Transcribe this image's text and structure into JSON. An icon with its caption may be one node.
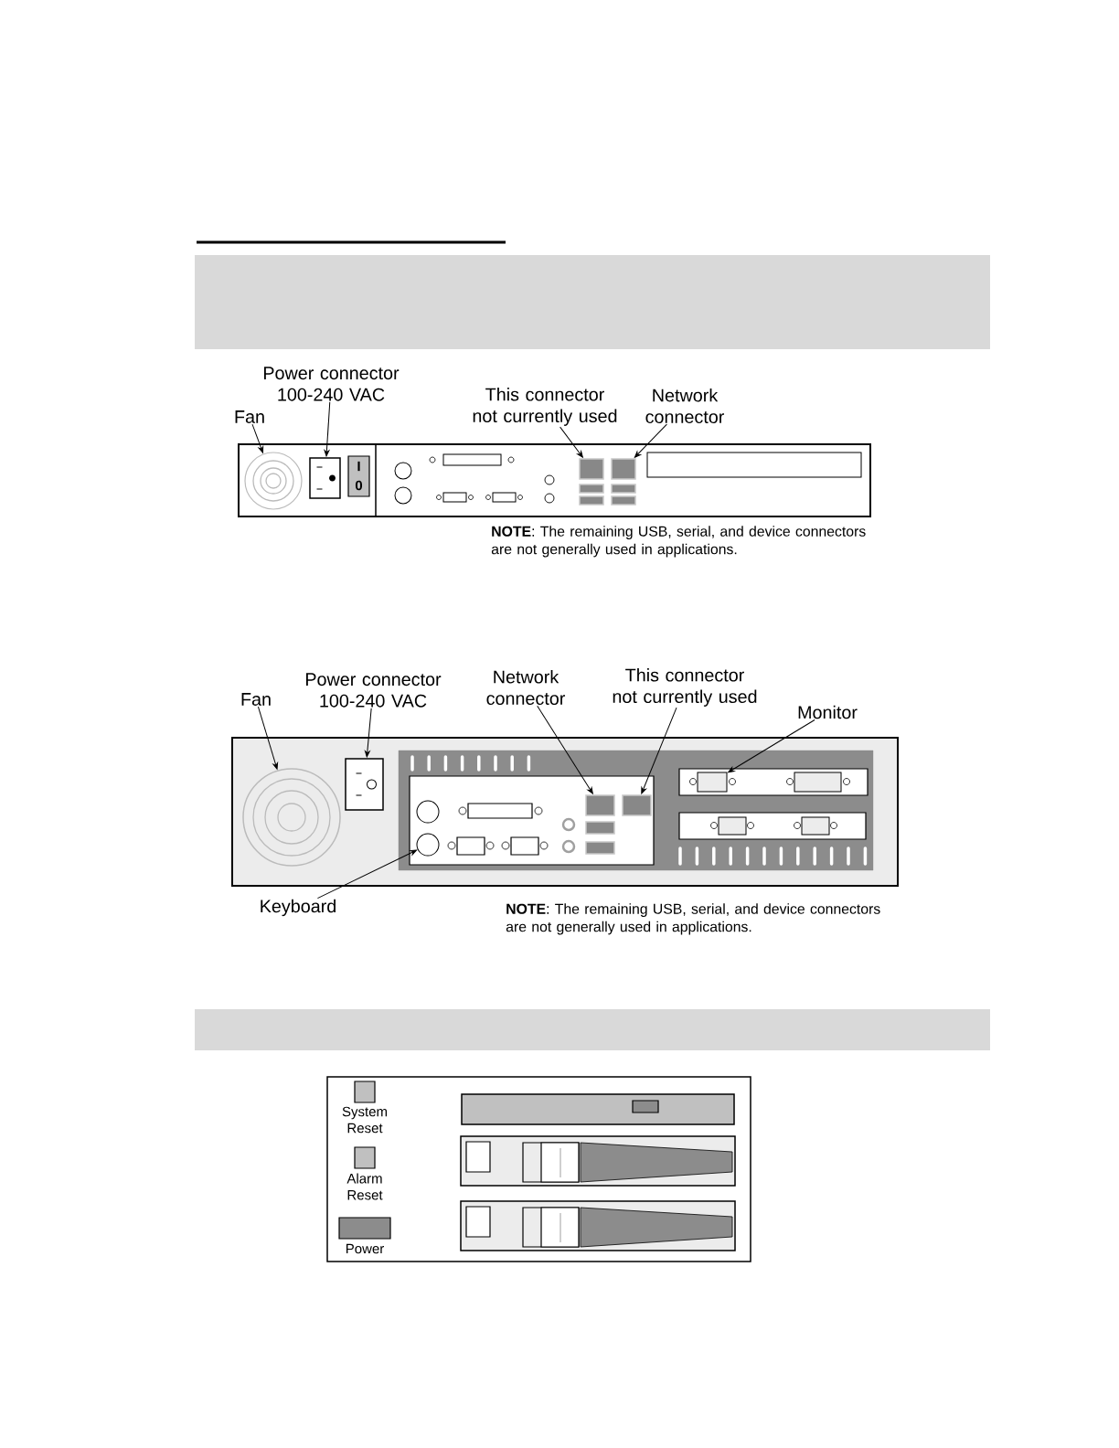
{
  "diagram": {
    "nodes": [
      {
        "text": [
          "Fan"
        ]
      },
      {
        "text": [
          "Power connector 100-240 VAC"
        ]
      },
      {
        "text": [
          "This connector not currently used"
        ]
      },
      {
        "text": [
          "Network connector"
        ]
      },
      {
        "text": [],
        "shape": "circle"
      },
      {
        "text": [],
        "shape": "box"
      },
      {
        "text": [],
        "shape": "box"
      },
      {
        "text": [],
        "shape": "box"
      },
      {
        "text": [
          "Fan"
        ]
      },
      {
        "text": [
          "Power connector 100-240 VAC"
        ]
      },
      {
        "text": [
          "Network connector"
        ]
      },
      {
        "text": [
          "This connector not currently used"
        ]
      },
      {
        "text": [
          "Monitor"
        ]
      },
      {
        "text": [
          "Keyboard"
        ]
      },
      {
        "text": [],
        "shape": "circle"
      },
      {
        "text": [],
        "shape": "box"
      },
      {
        "text": [],
        "shape": "box"
      },
      {
        "text": [],
        "shape": "box"
      },
      {
        "text": [],
        "shape": "box"
      },
      {
        "text": [],
        "shape": "circle"
      }
    ],
    "edges": [
      {
        "from": 0,
        "to": 4,
        "arrow": "to"
      },
      {
        "from": 1,
        "to": 5,
        "arrow": "to"
      },
      {
        "from": 2,
        "to": 6,
        "arrow": "to"
      },
      {
        "from": 3,
        "to": 7,
        "arrow": "to"
      },
      {
        "from": 8,
        "to": 14,
        "arrow": "to"
      },
      {
        "from": 9,
        "to": 15,
        "arrow": "to"
      },
      {
        "from": 10,
        "to": 16,
        "arrow": "to"
      },
      {
        "from": 11,
        "to": 17,
        "arrow": "to"
      },
      {
        "from": 12,
        "to": 18,
        "arrow": "to"
      },
      {
        "from": 13,
        "to": 19,
        "arrow": "to"
      }
    ],
    "labels": [
      "I",
      "0",
      "**NOTE**: The remaining USB, serial, and device connectors are not generally used in applications.",
      "**NOTE**: The remaining USB, serial, and device connectors are not generally used in applications.",
      "System Reset",
      "Alarm Reset",
      "Power"
    ]
  }
}
